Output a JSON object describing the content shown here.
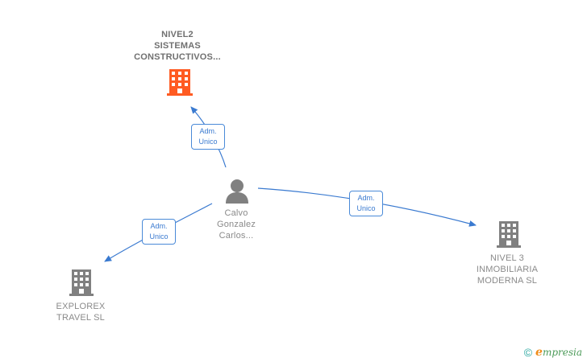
{
  "nodes": {
    "nivel2": {
      "label": "NIVEL2\nSISTEMAS\nCONSTRUCTIVOS...",
      "color": "#ff5b22",
      "type": "company"
    },
    "calvo": {
      "label": "Calvo\nGonzalez\nCarlos...",
      "color": "#808080",
      "type": "person"
    },
    "explorex": {
      "label": "EXPLOREX\nTRAVEL  SL",
      "color": "#808080",
      "type": "company"
    },
    "nivel3": {
      "label": "NIVEL 3\nINMOBILIARIA\nMODERNA  SL",
      "color": "#808080",
      "type": "company"
    }
  },
  "edges": [
    {
      "from": "calvo",
      "to": "nivel2",
      "label_line1": "Adm.",
      "label_line2": "Unico"
    },
    {
      "from": "calvo",
      "to": "explorex",
      "label_line1": "Adm.",
      "label_line2": "Unico"
    },
    {
      "from": "calvo",
      "to": "nivel3",
      "label_line1": "Adm.",
      "label_line2": "Unico"
    }
  ],
  "edge_color": "#3a7ad0",
  "footer": {
    "copyright_symbol": "©",
    "brand_initial": "e",
    "brand_rest": "mpresia"
  }
}
